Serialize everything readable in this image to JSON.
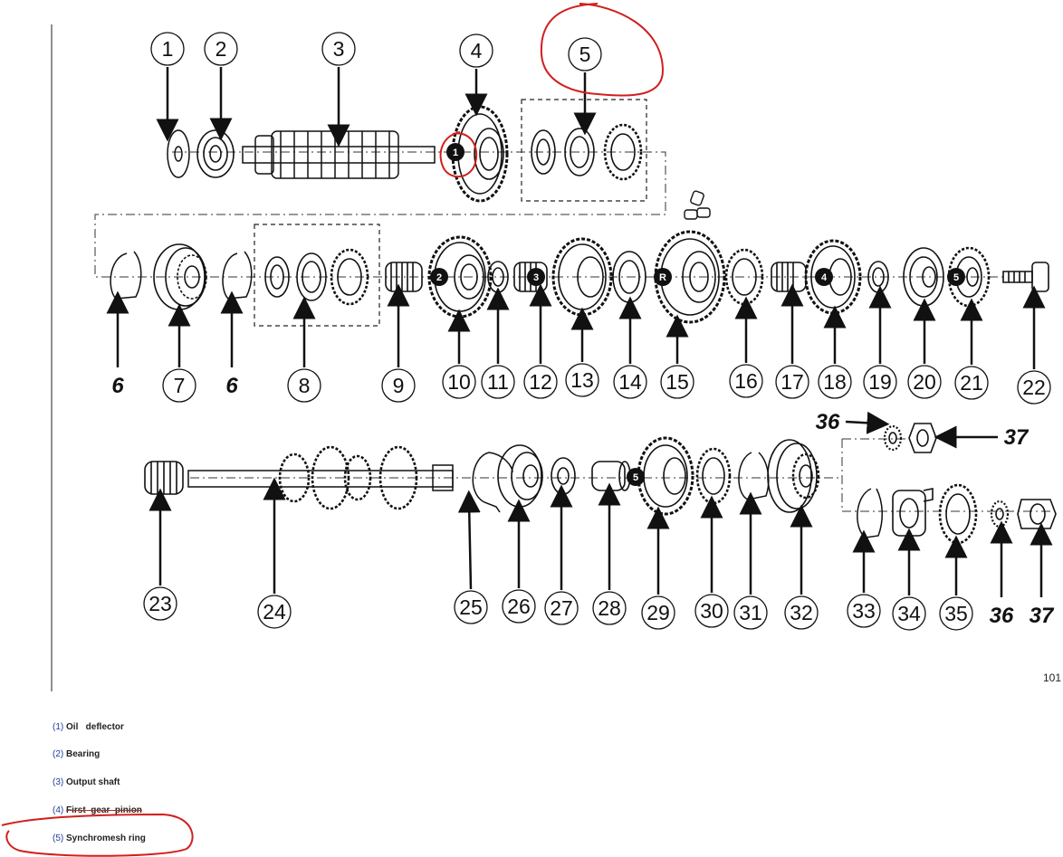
{
  "diagram": {
    "callouts": [
      {
        "id": "1",
        "label": "1"
      },
      {
        "id": "2",
        "label": "2"
      },
      {
        "id": "3",
        "label": "3"
      },
      {
        "id": "4",
        "label": "4"
      },
      {
        "id": "5",
        "label": "5"
      },
      {
        "id": "6a",
        "label": "6"
      },
      {
        "id": "7",
        "label": "7"
      },
      {
        "id": "6b",
        "label": "6"
      },
      {
        "id": "8",
        "label": "8"
      },
      {
        "id": "9",
        "label": "9"
      },
      {
        "id": "10",
        "label": "10"
      },
      {
        "id": "11",
        "label": "11"
      },
      {
        "id": "12",
        "label": "12"
      },
      {
        "id": "13",
        "label": "13"
      },
      {
        "id": "14",
        "label": "14"
      },
      {
        "id": "15",
        "label": "15"
      },
      {
        "id": "16",
        "label": "16"
      },
      {
        "id": "17",
        "label": "17"
      },
      {
        "id": "18",
        "label": "18"
      },
      {
        "id": "19",
        "label": "19"
      },
      {
        "id": "20",
        "label": "20"
      },
      {
        "id": "21",
        "label": "21"
      },
      {
        "id": "22",
        "label": "22"
      },
      {
        "id": "23",
        "label": "23"
      },
      {
        "id": "24",
        "label": "24"
      },
      {
        "id": "25",
        "label": "25"
      },
      {
        "id": "26",
        "label": "26"
      },
      {
        "id": "27",
        "label": "27"
      },
      {
        "id": "28",
        "label": "28"
      },
      {
        "id": "29",
        "label": "29"
      },
      {
        "id": "30",
        "label": "30"
      },
      {
        "id": "31",
        "label": "31"
      },
      {
        "id": "32",
        "label": "32"
      },
      {
        "id": "33",
        "label": "33"
      },
      {
        "id": "34",
        "label": "34"
      },
      {
        "id": "35",
        "label": "35"
      },
      {
        "id": "36a",
        "label": "36"
      },
      {
        "id": "37a",
        "label": "37"
      },
      {
        "id": "36b",
        "label": "36"
      },
      {
        "id": "37b",
        "label": "37"
      }
    ],
    "gear_marks": [
      "1",
      "2",
      "3",
      "R",
      "4",
      "5",
      "5"
    ],
    "page_number": "101"
  },
  "legend": [
    {
      "num": "(1)",
      "text": "Oil   deflector"
    },
    {
      "num": "(2)",
      "text": "Bearing"
    },
    {
      "num": "(3)",
      "text": "Output shaft"
    },
    {
      "num": "(4)",
      "text": "First  gear  pinion"
    },
    {
      "num": "(5)",
      "text": "Synchromesh ring"
    }
  ],
  "colors": {
    "annotation": "#d11f1f",
    "ink": "#111111",
    "legend_number": "#1f3f9a"
  }
}
